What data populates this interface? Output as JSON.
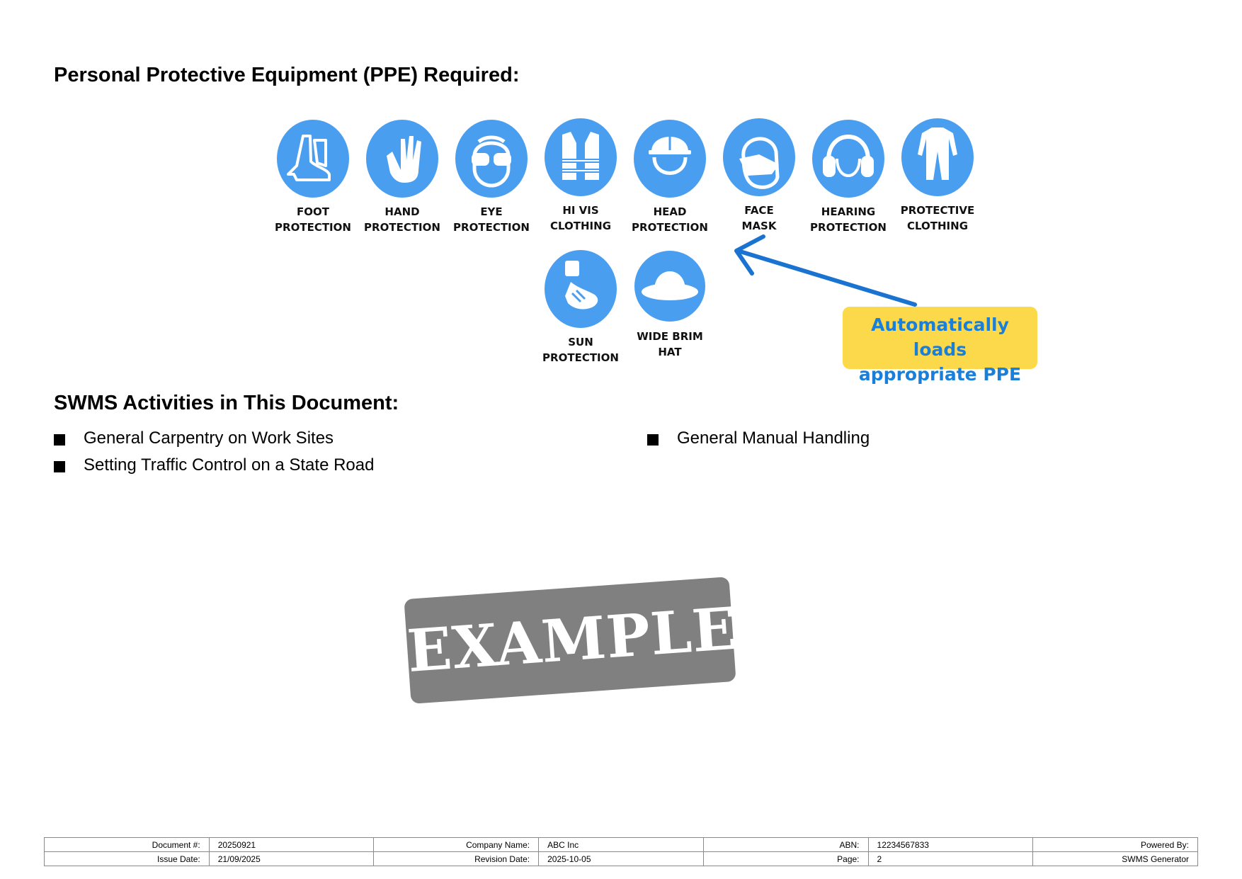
{
  "ppe_heading": "Personal Protective Equipment (PPE) Required:",
  "ppe_items": [
    {
      "label": "FOOT\nPROTECTION",
      "icon": "boot-icon"
    },
    {
      "label": "HAND\nPROTECTION",
      "icon": "glove-icon"
    },
    {
      "label": "EYE\nPROTECTION",
      "icon": "goggles-icon"
    },
    {
      "label": "HI VIS\nCLOTHING",
      "icon": "vest-icon"
    },
    {
      "label": "HEAD\nPROTECTION",
      "icon": "hard-hat-icon"
    },
    {
      "label": "FACE\nMASK",
      "icon": "face-mask-icon"
    },
    {
      "label": "HEARING\nPROTECTION",
      "icon": "ear-muffs-icon"
    },
    {
      "label": "PROTECTIVE\nCLOTHING",
      "icon": "coverall-icon"
    },
    {
      "label": "SUN\nPROTECTION",
      "icon": "sunscreen-icon"
    },
    {
      "label": "WIDE BRIM\nHAT",
      "icon": "wide-brim-hat-icon"
    }
  ],
  "callout": "Automatically loads\nappropriate PPE",
  "activities_heading": "SWMS Activities in This Document:",
  "activities": [
    "General Carpentry on Work Sites",
    "General Manual Handling",
    "Setting Traffic Control on a State Road"
  ],
  "stamp": "EXAMPLE",
  "footer": {
    "document_label": "Document #:",
    "document_value": "20250921",
    "company_label": "Company Name:",
    "company_value": "ABC Inc",
    "abn_label": "ABN:",
    "abn_value": "12234567833",
    "powered_label": "Powered By:",
    "issue_label": "Issue Date:",
    "issue_value": "21/09/2025",
    "revision_label": "Revision Date:",
    "revision_value": "2025-10-05",
    "page_label": "Page:",
    "page_value": "2",
    "powered_value": "SWMS Generator"
  },
  "colors": {
    "icon_blue": "#4a9ef0",
    "callout_yellow": "#fcd94a",
    "callout_text": "#1a7fd9",
    "arrow": "#1a73d0",
    "stamp_gray": "#808080"
  }
}
